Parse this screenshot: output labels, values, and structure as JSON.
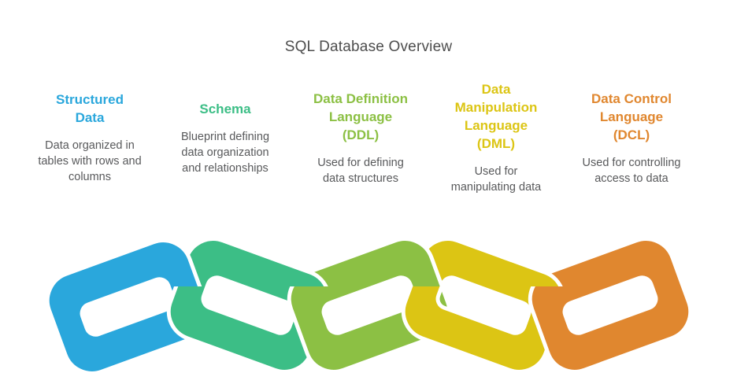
{
  "page_title": "SQL Database Overview",
  "title_color": "#4d4d4d",
  "body_text_color": "#58595b",
  "items": [
    {
      "id": "structured-data",
      "label": "Structured\nData",
      "description": "Data organized in\ntables with rows and\ncolumns",
      "color": "#2AA7DC"
    },
    {
      "id": "schema",
      "label": "Schema",
      "description": "Blueprint defining\ndata organization\nand relationships",
      "color": "#3CBE86"
    },
    {
      "id": "ddl",
      "label": "Data Definition\nLanguage\n(DDL)",
      "description": "Used for defining\ndata structures",
      "color": "#8CC044"
    },
    {
      "id": "dml",
      "label": "Data\nManipulation\nLanguage\n(DML)",
      "description": "Used for\nmanipulating data",
      "color": "#DCC514"
    },
    {
      "id": "dcl",
      "label": "Data Control\nLanguage\n(DCL)",
      "description": "Used for controlling\naccess to data",
      "color": "#E0872F"
    }
  ],
  "chain": {
    "kind": "interlocking-chain-links",
    "link_count": 5
  }
}
